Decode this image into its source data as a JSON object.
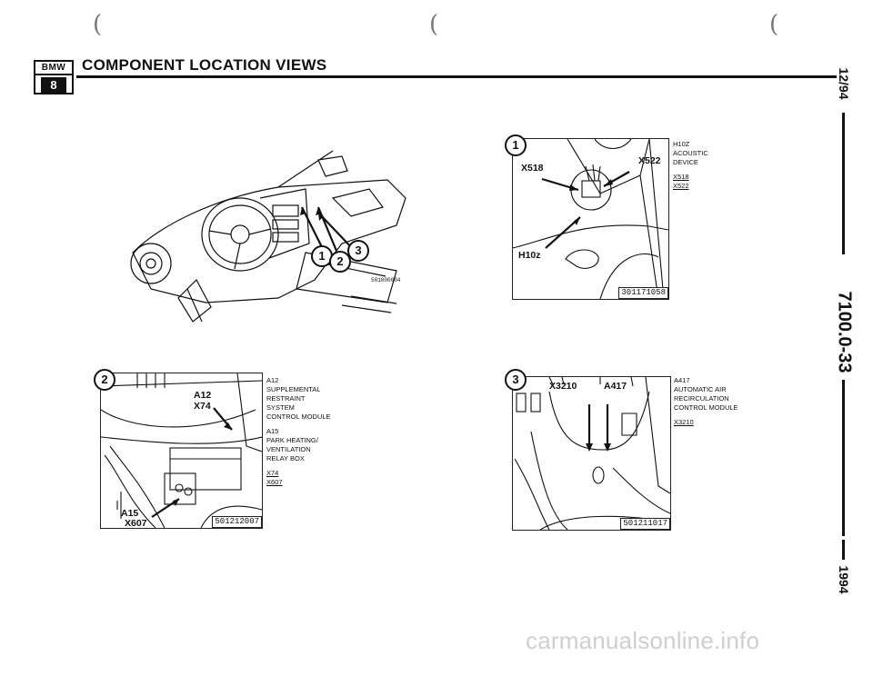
{
  "header": {
    "logo_top": "BMW",
    "logo_bottom": "8",
    "title": "COMPONENT LOCATION VIEWS"
  },
  "side": {
    "date": "12/94",
    "page_number": "7100.0-33",
    "year": "1994"
  },
  "overview": {
    "callouts": [
      "1",
      "2",
      "3"
    ],
    "part_stamp": "501000004"
  },
  "view1": {
    "callout": "1",
    "labels": {
      "x518": "X518",
      "x522": "X522",
      "h10z": "H10z"
    },
    "id": "301171058",
    "legend": [
      "H10z",
      "ACOUSTIC",
      "DEVICE",
      "",
      "X518",
      "X522"
    ]
  },
  "view2": {
    "callout": "2",
    "labels": {
      "a12": "A12",
      "x74": "X74",
      "a15": "A15",
      "x607": "X607"
    },
    "id": "501212007",
    "legend": [
      "A12",
      "SUPPLEMENTAL",
      "RESTRAINT",
      "SYSTEM",
      "CONTROL MODULE",
      "",
      "A15",
      "PARK HEATING/",
      "VENTILATION",
      "RELAY BOX",
      "",
      "X74",
      "X607"
    ]
  },
  "view3": {
    "callout": "3",
    "labels": {
      "x3210": "X3210",
      "a417": "A417"
    },
    "id": "501211017",
    "legend": [
      "A417",
      "AUTOMATIC AIR",
      "RECIRCULATION",
      "CONTROL MODULE",
      "",
      "X3210"
    ]
  },
  "watermark": "carmanualsonline.info"
}
